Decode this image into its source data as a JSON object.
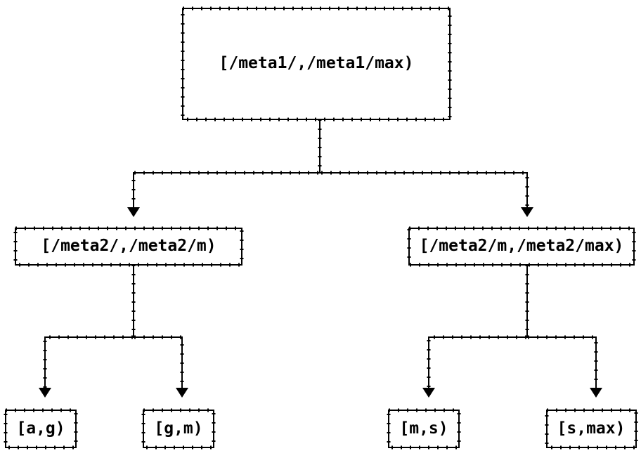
{
  "diagram": {
    "type": "tree",
    "colors": {
      "background": "#ffffff",
      "line": "#000000",
      "text": "#000000",
      "node_fill": "#ffffff"
    },
    "nodes": {
      "root": {
        "label": "[/meta1/,/meta1/max)"
      },
      "meta2_left": {
        "label": "[/meta2/,/meta2/m)"
      },
      "meta2_right": {
        "label": "[/meta2/m,/meta2/max)"
      },
      "leaf_ag": {
        "label": "[a,g)"
      },
      "leaf_gm": {
        "label": "[g,m)"
      },
      "leaf_ms": {
        "label": "[m,s)"
      },
      "leaf_smax": {
        "label": "[s,max)"
      }
    },
    "edges": [
      {
        "from": "root",
        "to": "meta2_left"
      },
      {
        "from": "root",
        "to": "meta2_right"
      },
      {
        "from": "meta2_left",
        "to": "leaf_ag"
      },
      {
        "from": "meta2_left",
        "to": "leaf_gm"
      },
      {
        "from": "meta2_right",
        "to": "leaf_ms"
      },
      {
        "from": "meta2_right",
        "to": "leaf_smax"
      }
    ]
  }
}
